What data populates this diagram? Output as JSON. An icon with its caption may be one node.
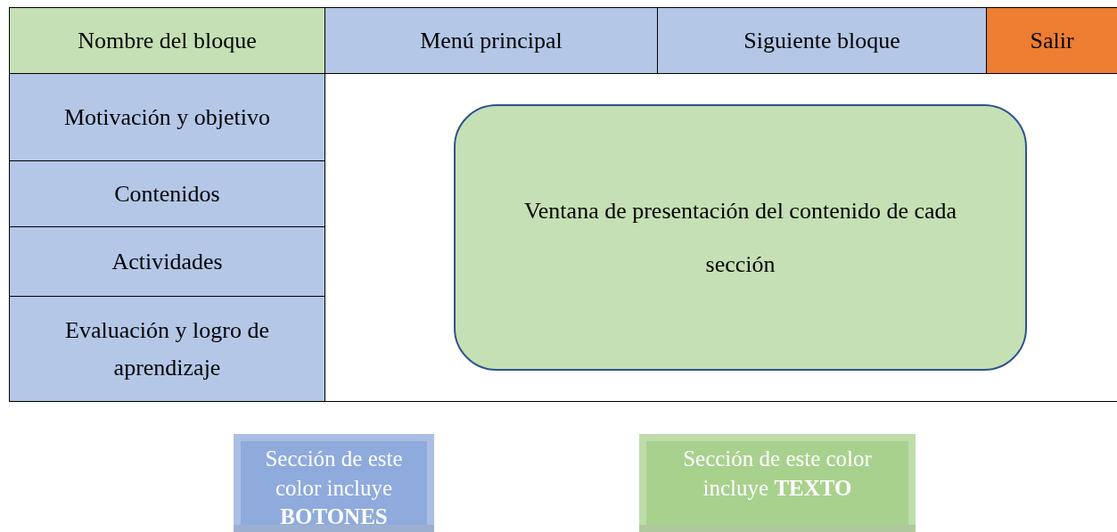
{
  "diagram": {
    "nodes": [
      {
        "text": [
          "Nombre del bloque"
        ]
      },
      {
        "text": [
          "Menú principal"
        ]
      },
      {
        "text": [
          "Siguiente bloque"
        ]
      },
      {
        "text": [
          "Salir"
        ]
      },
      {
        "text": [
          "Motivación y objetivo"
        ]
      },
      {
        "text": [
          "Contenidos"
        ]
      },
      {
        "text": [
          "Actividades"
        ]
      },
      {
        "text": [
          "Evaluación y logro de aprendizaje"
        ]
      },
      {
        "text": [
          "Ventana de presentación del contenido de cada sección"
        ]
      }
    ],
    "edges": [],
    "legend": [
      {
        "text": "Sección de este color incluye **BOTONES**",
        "color": "#8faadc"
      },
      {
        "text": "Sección de este color incluye **TEXTO**",
        "color": "#a9d18e"
      }
    ]
  }
}
